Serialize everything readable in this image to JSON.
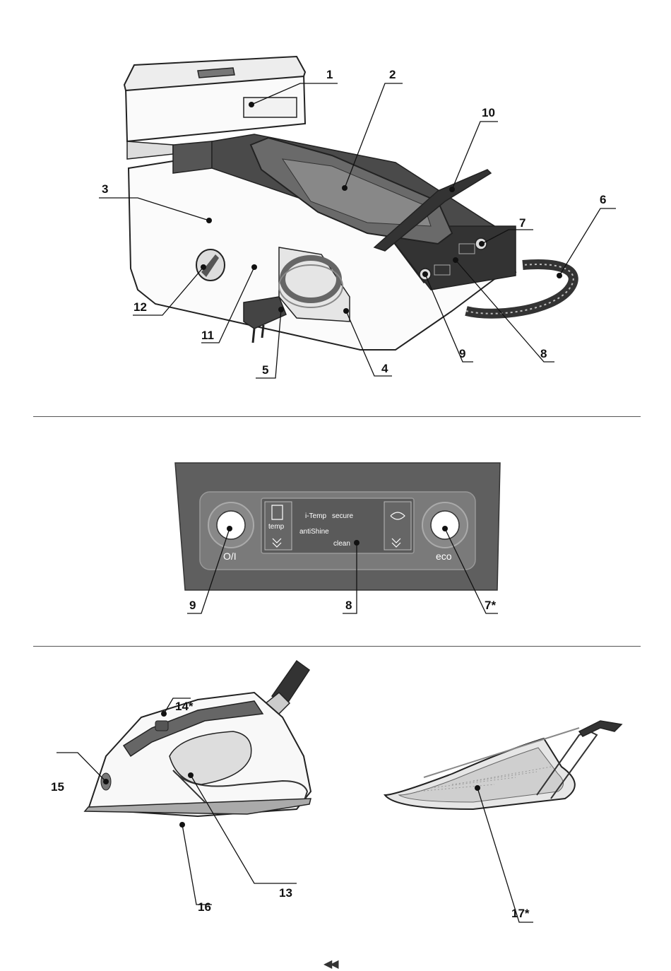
{
  "callouts_top": {
    "c1": "1",
    "c2": "2",
    "c3": "3",
    "c4": "4",
    "c5": "5",
    "c6": "6",
    "c7": "7",
    "c8": "8",
    "c9": "9",
    "c10": "10",
    "c11": "11",
    "c12": "12"
  },
  "control_panel": {
    "left_knob_label": "O/I",
    "right_knob_label": "eco",
    "temp_label": "temp",
    "itemp_label": "i-Temp",
    "antishine_label": "antiShine",
    "secure_label": "secure",
    "clean_label": "clean",
    "callout_left": "9",
    "callout_middle": "8",
    "callout_right": "7*"
  },
  "callouts_bottom": {
    "c13": "13",
    "c14": "14*",
    "c15": "15",
    "c16": "16",
    "c17": "17*"
  },
  "footer": {
    "nav_glyph": "◀◀"
  }
}
